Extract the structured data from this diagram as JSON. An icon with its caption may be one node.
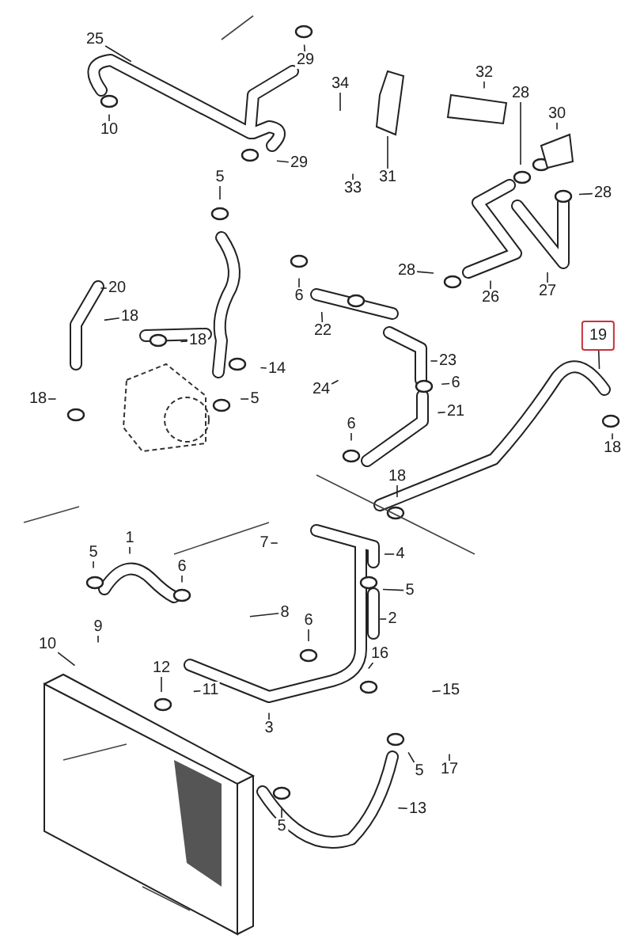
{
  "diagram": {
    "nodes": [
      {
        "text": [
          "25"
        ]
      },
      {
        "text": [
          "10"
        ]
      },
      {
        "text": [
          "29"
        ]
      },
      {
        "text": [
          "29"
        ]
      },
      {
        "text": [
          "5"
        ]
      },
      {
        "text": [
          "34"
        ]
      },
      {
        "text": [
          "31"
        ]
      },
      {
        "text": [
          "33"
        ]
      },
      {
        "text": [
          "32"
        ]
      },
      {
        "text": [
          "28"
        ]
      },
      {
        "text": [
          "30"
        ]
      },
      {
        "text": [
          "28"
        ]
      },
      {
        "text": [
          "28"
        ]
      },
      {
        "text": [
          "26"
        ]
      },
      {
        "text": [
          "27"
        ]
      },
      {
        "text": [
          "20"
        ]
      },
      {
        "text": [
          "18"
        ]
      },
      {
        "text": [
          "6"
        ]
      },
      {
        "text": [
          "22"
        ]
      },
      {
        "text": [
          "18"
        ]
      },
      {
        "text": [
          "14"
        ]
      },
      {
        "text": [
          "18"
        ]
      },
      {
        "text": [
          "5"
        ]
      },
      {
        "text": [
          "23"
        ]
      },
      {
        "text": [
          "24"
        ]
      },
      {
        "text": [
          "6"
        ]
      },
      {
        "text": [
          "19"
        ]
      },
      {
        "text": [
          "6"
        ]
      },
      {
        "text": [
          "21"
        ]
      },
      {
        "text": [
          "18"
        ]
      },
      {
        "text": [
          "18"
        ]
      },
      {
        "text": [
          "7"
        ]
      },
      {
        "text": [
          "5"
        ]
      },
      {
        "text": [
          "1"
        ]
      },
      {
        "text": [
          "6"
        ]
      },
      {
        "text": [
          "4"
        ]
      },
      {
        "text": [
          "8"
        ]
      },
      {
        "text": [
          "5"
        ]
      },
      {
        "text": [
          "2"
        ]
      },
      {
        "text": [
          "9"
        ]
      },
      {
        "text": [
          "10"
        ]
      },
      {
        "text": [
          "6"
        ]
      },
      {
        "text": [
          "12"
        ]
      },
      {
        "text": [
          "11"
        ]
      },
      {
        "text": [
          "3"
        ]
      },
      {
        "text": [
          "16"
        ]
      },
      {
        "text": [
          "15"
        ]
      },
      {
        "text": [
          "5"
        ]
      },
      {
        "text": [
          "17"
        ]
      },
      {
        "text": [
          "13"
        ]
      },
      {
        "text": [
          "5"
        ]
      }
    ],
    "edges": [
      {
        "from": 0,
        "to": null,
        "arrow": "none"
      },
      {
        "from": 1,
        "to": null,
        "arrow": "none"
      },
      {
        "from": 2,
        "to": null,
        "arrow": "none"
      },
      {
        "from": 3,
        "to": null,
        "arrow": "none"
      },
      {
        "from": 4,
        "to": null,
        "arrow": "none"
      },
      {
        "from": 5,
        "to": null,
        "arrow": "none"
      },
      {
        "from": 6,
        "to": null,
        "arrow": "none"
      },
      {
        "from": 7,
        "to": null,
        "arrow": "none"
      },
      {
        "from": 8,
        "to": null,
        "arrow": "none"
      },
      {
        "from": 9,
        "to": null,
        "arrow": "none"
      },
      {
        "from": 10,
        "to": null,
        "arrow": "none"
      },
      {
        "from": 11,
        "to": null,
        "arrow": "none"
      },
      {
        "from": 12,
        "to": null,
        "arrow": "none"
      },
      {
        "from": 13,
        "to": null,
        "arrow": "none"
      },
      {
        "from": 14,
        "to": null,
        "arrow": "none"
      },
      {
        "from": 15,
        "to": null,
        "arrow": "none"
      },
      {
        "from": 16,
        "to": null,
        "arrow": "none"
      },
      {
        "from": 17,
        "to": null,
        "arrow": "none"
      },
      {
        "from": 18,
        "to": null,
        "arrow": "none"
      },
      {
        "from": 19,
        "to": null,
        "arrow": "none"
      },
      {
        "from": 20,
        "to": null,
        "arrow": "none"
      },
      {
        "from": 21,
        "to": null,
        "arrow": "none"
      },
      {
        "from": 22,
        "to": null,
        "arrow": "none"
      },
      {
        "from": 23,
        "to": null,
        "arrow": "none"
      },
      {
        "from": 24,
        "to": null,
        "arrow": "none"
      },
      {
        "from": 25,
        "to": null,
        "arrow": "none"
      },
      {
        "from": 26,
        "to": null,
        "arrow": "none"
      },
      {
        "from": 27,
        "to": null,
        "arrow": "none"
      },
      {
        "from": 28,
        "to": null,
        "arrow": "none"
      },
      {
        "from": 29,
        "to": null,
        "arrow": "none"
      },
      {
        "from": 30,
        "to": null,
        "arrow": "none"
      },
      {
        "from": 31,
        "to": null,
        "arrow": "none"
      },
      {
        "from": 32,
        "to": null,
        "arrow": "none"
      },
      {
        "from": 33,
        "to": null,
        "arrow": "none"
      },
      {
        "from": 34,
        "to": null,
        "arrow": "none"
      },
      {
        "from": 35,
        "to": null,
        "arrow": "none"
      },
      {
        "from": 36,
        "to": null,
        "arrow": "none"
      },
      {
        "from": 37,
        "to": null,
        "arrow": "none"
      },
      {
        "from": 38,
        "to": null,
        "arrow": "none"
      },
      {
        "from": 39,
        "to": null,
        "arrow": "none"
      },
      {
        "from": 40,
        "to": null,
        "arrow": "none"
      },
      {
        "from": 41,
        "to": null,
        "arrow": "none"
      },
      {
        "from": 42,
        "to": null,
        "arrow": "none"
      },
      {
        "from": 43,
        "to": null,
        "arrow": "none"
      },
      {
        "from": 44,
        "to": null,
        "arrow": "none"
      },
      {
        "from": 45,
        "to": null,
        "arrow": "none"
      },
      {
        "from": 46,
        "to": null,
        "arrow": "none"
      },
      {
        "from": 47,
        "to": null,
        "arrow": "none"
      },
      {
        "from": 48,
        "to": null,
        "arrow": "none"
      },
      {
        "from": 49,
        "to": null,
        "arrow": "none"
      },
      {
        "from": 50,
        "to": null,
        "arrow": "none"
      }
    ]
  }
}
